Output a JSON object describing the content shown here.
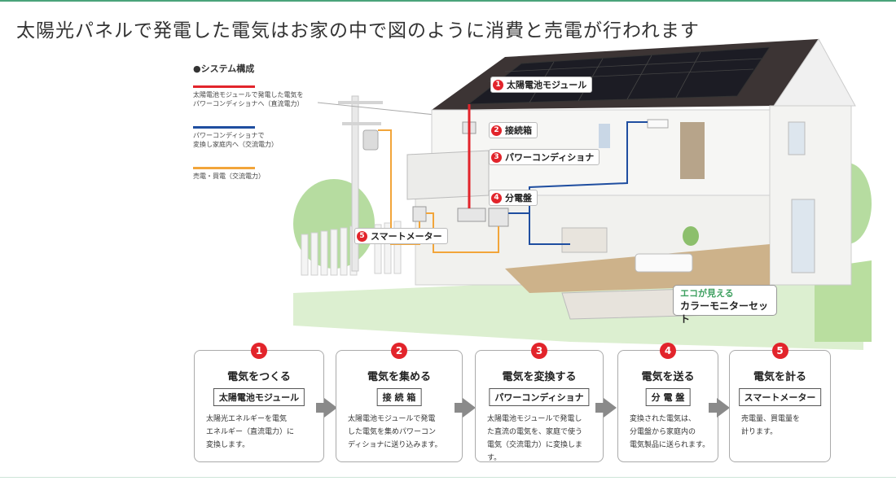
{
  "title": "太陽光パネルで発電した電気はお家の中で図のように消費と売電が行われます",
  "legend": {
    "title": "●システム構成",
    "items": [
      {
        "color": "#e2242b",
        "text": "太陽電池モジュールで発電した電気を\nパワーコンディショナへ（直流電力）"
      },
      {
        "color": "#1f4ea0",
        "text": "パワーコンディショナで\n変換し家庭内へ（交流電力）"
      },
      {
        "color": "#f2a53a",
        "text": "売電・買電（交流電力）"
      }
    ]
  },
  "callouts": [
    {
      "num": "1",
      "label": "太陽電池モジュール"
    },
    {
      "num": "2",
      "label": "接続箱"
    },
    {
      "num": "3",
      "label": "パワーコンディショナ"
    },
    {
      "num": "4",
      "label": "分電盤"
    },
    {
      "num": "5",
      "label": "スマートメーター"
    }
  ],
  "monitor": {
    "eco": "エコが見える",
    "label": "カラーモニターセット"
  },
  "steps": [
    {
      "num": "1",
      "head": "電気をつくる",
      "name": "太陽電池モジュール",
      "desc": "太陽光エネルギーを電気\nエネルギー（直流電力）に\n変換します。"
    },
    {
      "num": "2",
      "head": "電気を集める",
      "name": "接 続 箱",
      "desc": "太陽電池モジュールで発電\nした電気を集めパワーコン\nディショナに送り込みます。"
    },
    {
      "num": "3",
      "head": "電気を変換する",
      "name": "パワーコンディショナ",
      "desc": "太陽電池モジュールで発電し\nた直流の電気を、家庭で使う\n電気（交流電力）に変換します。"
    },
    {
      "num": "4",
      "head": "電気を送る",
      "name": "分 電 盤",
      "desc": "変換された電気は、\n分電盤から家庭内の\n電気製品に送られます。"
    },
    {
      "num": "5",
      "head": "電気を計る",
      "name": "スマートメーター",
      "desc": "売電量、買電量を\n計ります。"
    }
  ]
}
